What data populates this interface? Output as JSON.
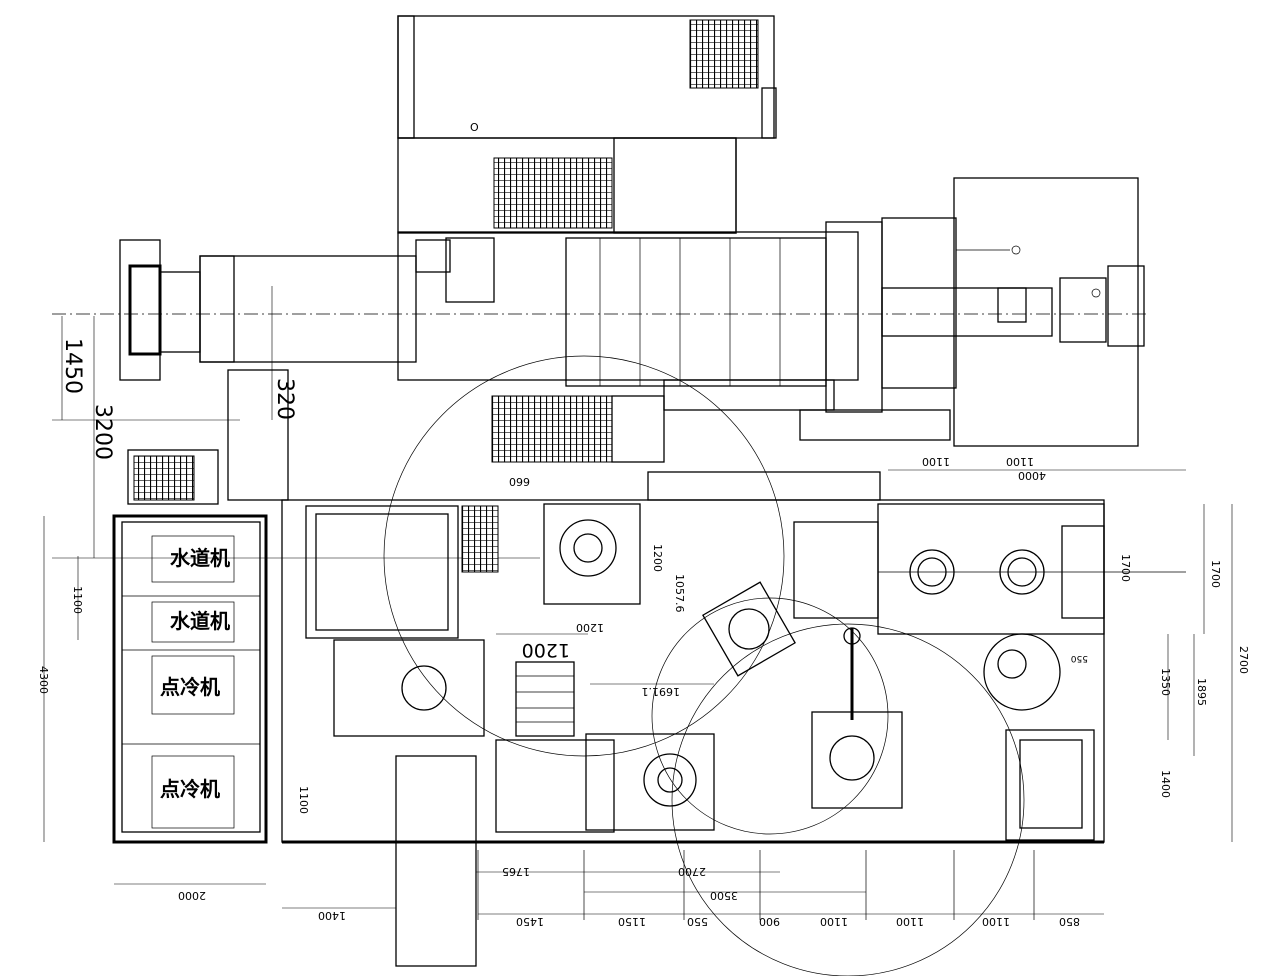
{
  "drawing": {
    "big_dims": {
      "d1450": "1450",
      "d3200": "3200",
      "d320": "320"
    },
    "left_dims": {
      "d4300": "4300",
      "d1100": "1100",
      "d2000": "2000"
    },
    "bottom_dims": {
      "d1400": "1400",
      "d1765": "1765",
      "d2700": "2700",
      "d3500": "3500",
      "row": [
        "1450",
        "1150",
        "550",
        "900",
        "1100",
        "1100",
        "1100",
        "850"
      ]
    },
    "cell_dims": {
      "d660": "660",
      "d1200": "1200",
      "d1200b": "1200",
      "d1200c": "1200",
      "d1057": "1057.6",
      "d1691": "1691.1",
      "d1100v": "1100"
    },
    "right_dims": {
      "top": [
        "1100",
        "1100",
        "4000"
      ],
      "d1700": "1700",
      "d1700b": "1700",
      "d2700": "2700",
      "d1895": "1895",
      "d1350": "1350",
      "d1400": "1400",
      "d550": "550"
    },
    "station_labels": [
      "水道机",
      "水道机",
      "点冷机",
      "点冷机"
    ],
    "misc": {
      "o_mark": "O"
    }
  }
}
